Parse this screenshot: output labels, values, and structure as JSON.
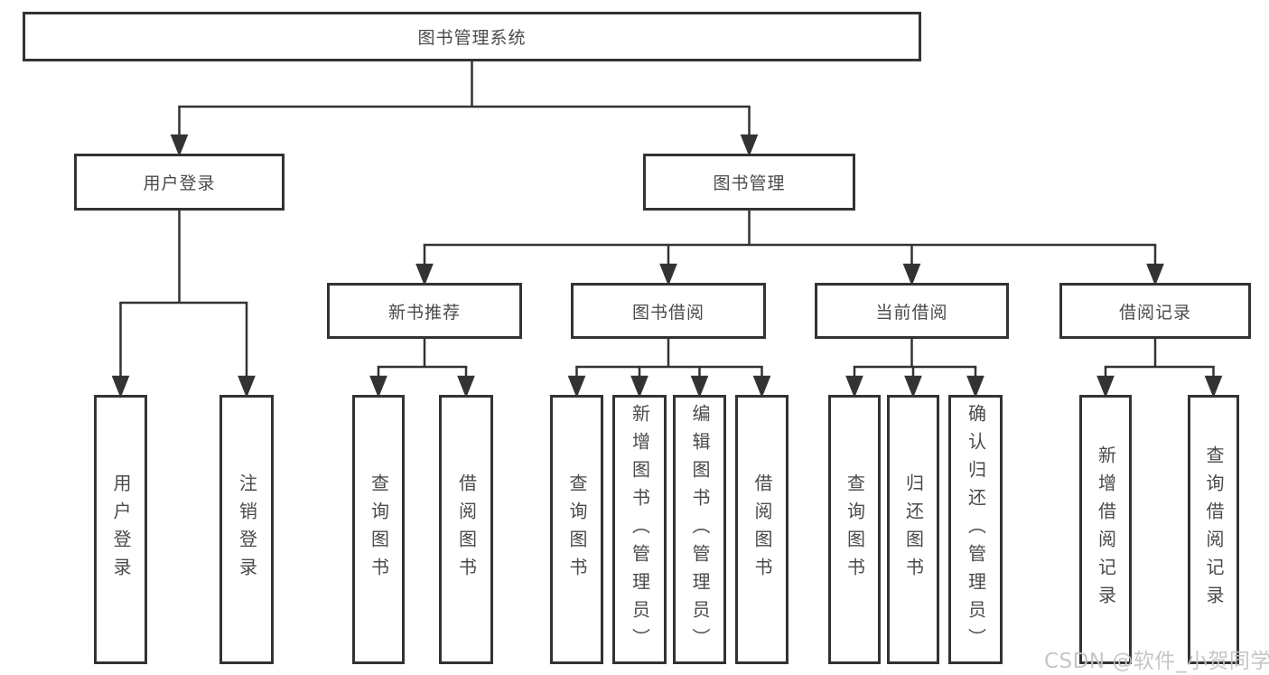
{
  "tree": {
    "root": {
      "label": "图书管理系统"
    },
    "branches": [
      {
        "label": "用户登录",
        "children": [
          {
            "label": "用户登录"
          },
          {
            "label": "注销登录"
          }
        ]
      },
      {
        "label": "图书管理",
        "children": [
          {
            "label": "新书推荐",
            "children": [
              {
                "label": "查询图书"
              },
              {
                "label": "借阅图书"
              }
            ]
          },
          {
            "label": "图书借阅",
            "children": [
              {
                "label": "查询图书"
              },
              {
                "label": "新增图书（管理员）"
              },
              {
                "label": "编辑图书（管理员）"
              },
              {
                "label": "借阅图书"
              }
            ]
          },
          {
            "label": "当前借阅",
            "children": [
              {
                "label": "查询图书"
              },
              {
                "label": "归还图书"
              },
              {
                "label": "确认归还（管理员）"
              }
            ]
          },
          {
            "label": "借阅记录",
            "children": [
              {
                "label": "新增借阅记录"
              },
              {
                "label": "查询借阅记录"
              }
            ]
          }
        ]
      }
    ]
  },
  "watermark": {
    "text": "CSDN @软件_小贺同学"
  },
  "colors": {
    "line": "#333333",
    "box_border": "#333333",
    "text": "#4a4a4a",
    "background": "#ffffff",
    "watermark": "#c4c4c4"
  }
}
